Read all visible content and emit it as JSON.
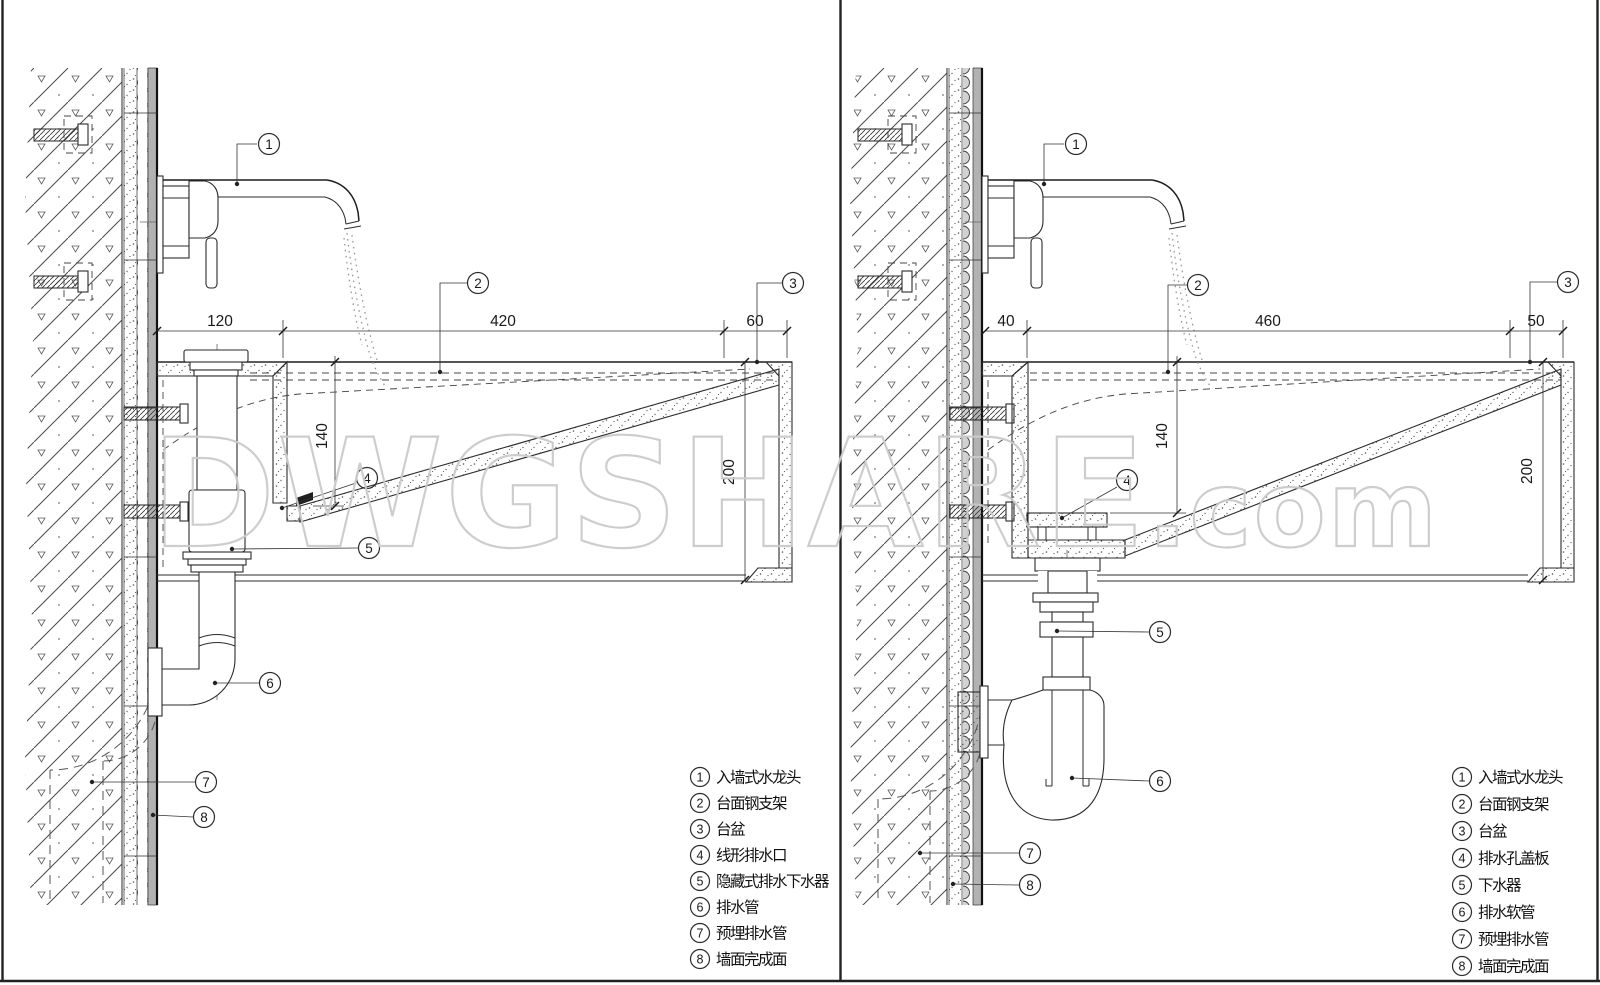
{
  "watermark": {
    "main": "DWGSHARE",
    "suffix": ".com"
  },
  "panels": [
    {
      "dims": {
        "top": [
          "120",
          "420",
          "60"
        ],
        "depth": "140",
        "height": "200"
      },
      "callouts": [
        "1",
        "2",
        "3",
        "4",
        "5",
        "6",
        "7",
        "8"
      ],
      "legend": [
        {
          "num": "1",
          "label": "入墙式水龙头"
        },
        {
          "num": "2",
          "label": "台面钢支架"
        },
        {
          "num": "3",
          "label": "台盆"
        },
        {
          "num": "4",
          "label": "线形排水口"
        },
        {
          "num": "5",
          "label": "隐藏式排水下水器"
        },
        {
          "num": "6",
          "label": "排水管"
        },
        {
          "num": "7",
          "label": "预埋排水管"
        },
        {
          "num": "8",
          "label": "墙面完成面"
        }
      ]
    },
    {
      "dims": {
        "top": [
          "40",
          "460",
          "50"
        ],
        "depth": "140",
        "height": "200"
      },
      "callouts": [
        "1",
        "2",
        "3",
        "4",
        "5",
        "6",
        "7",
        "8"
      ],
      "legend": [
        {
          "num": "1",
          "label": "入墙式水龙头"
        },
        {
          "num": "2",
          "label": "台面钢支架"
        },
        {
          "num": "3",
          "label": "台盆"
        },
        {
          "num": "4",
          "label": "排水孔盖板"
        },
        {
          "num": "5",
          "label": "下水器"
        },
        {
          "num": "6",
          "label": "排水软管"
        },
        {
          "num": "7",
          "label": "预埋排水管"
        },
        {
          "num": "8",
          "label": "墙面完成面"
        }
      ]
    }
  ]
}
